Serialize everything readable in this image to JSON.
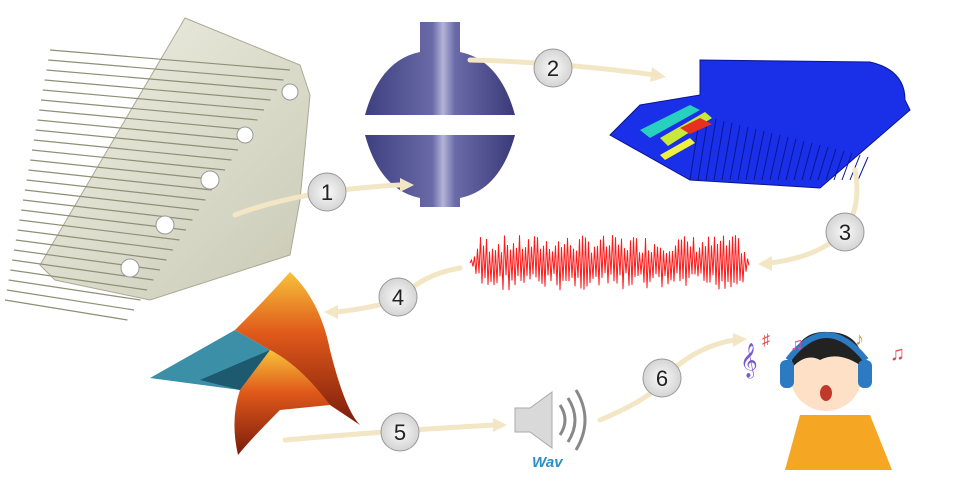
{
  "steps": [
    {
      "label": "1"
    },
    {
      "label": "2"
    },
    {
      "label": "3"
    },
    {
      "label": "4"
    },
    {
      "label": "5"
    },
    {
      "label": "6"
    }
  ],
  "audio_label": "Wav",
  "colors": {
    "arrow": "#f3e6c4",
    "step_circle": "#e6e6e6",
    "waveform": "#ff1a1a",
    "fem_blue": "#1830e0"
  }
}
